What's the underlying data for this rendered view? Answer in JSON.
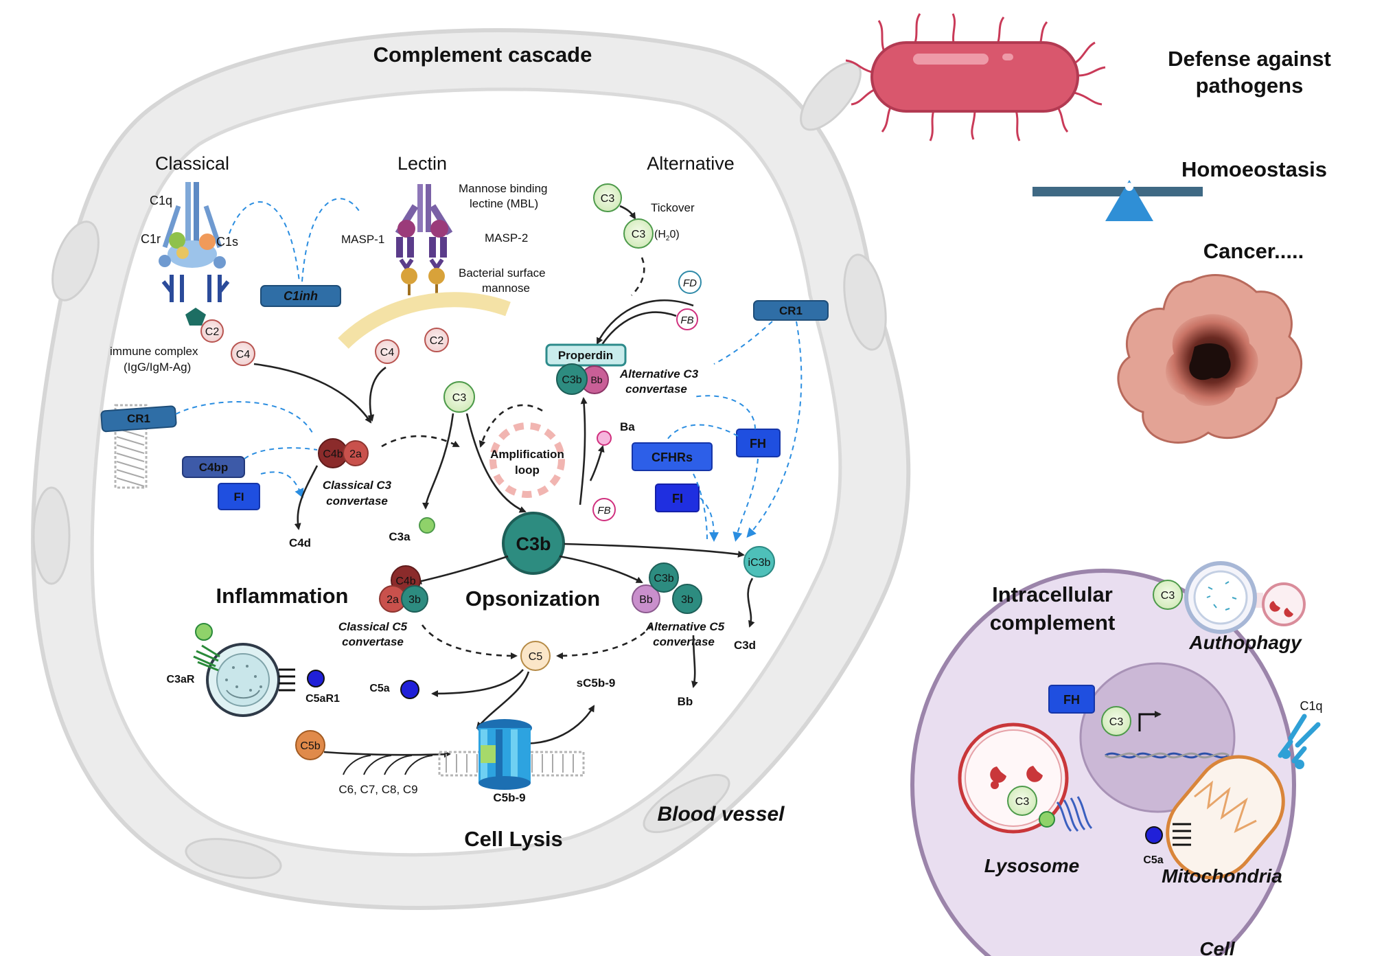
{
  "titles": {
    "complement_cascade": "Complement cascade",
    "classical": "Classical",
    "lectin": "Lectin",
    "alternative": "Alternative",
    "blood_vessel": "Blood vessel",
    "cell": "Cell"
  },
  "right_panel": {
    "defense": "Defense against",
    "pathogens": "pathogens",
    "homoeostasis": "Homoeostasis",
    "cancer": "Cancer.....",
    "intracellular_1": "Intracellular",
    "intracellular_2": "complement",
    "authophagy": "Authophagy",
    "lysosome": "Lysosome",
    "mitochondria": "Mitochondria",
    "fh": "FH",
    "c3": "C3",
    "c5a": "C5a",
    "c1q": "C1q"
  },
  "classical": {
    "c1q": "C1q",
    "c1r": "C1r",
    "c1s": "C1s",
    "c1inh": "C1inh",
    "c2": "C2",
    "c4": "C4",
    "immune_complex_1": "immune complex",
    "immune_complex_2": "(IgG/IgM-Ag)",
    "cr1": "CR1",
    "c4bp": "C4bp",
    "fi": "FI",
    "c4b": "C4b",
    "a2": "2a",
    "conv_1": "Classical C3",
    "conv_2": "convertase",
    "c4d": "C4d"
  },
  "lectin": {
    "mbl_1": "Mannose binding",
    "mbl_2": "lectine (MBL)",
    "masp1": "MASP-1",
    "masp2": "MASP-2",
    "surface_1": "Bacterial surface",
    "surface_2": "mannose",
    "c4": "C4",
    "c2": "C2"
  },
  "alternative": {
    "c3": "C3",
    "tickover": "Tickover",
    "c3h2o": "C3",
    "h2o": "(H",
    "h2o_sub": "2",
    "h2o_end": "0)",
    "fd": "FD",
    "fb": "FB",
    "properdin": "Properdin",
    "c3b": "C3b",
    "bb": "Bb",
    "conv_1": "Alternative C3",
    "conv_2": "convertase",
    "cr1": "CR1",
    "fh": "FH",
    "cfhrs": "CFHRs",
    "fi": "FI",
    "ba": "Ba",
    "fb2": "FB"
  },
  "center": {
    "c3": "C3",
    "amplification_1": "Amplification",
    "amplification_2": "loop",
    "c3a": "C3a",
    "c3b": "C3b",
    "ic3b": "iC3b",
    "c3d": "C3d",
    "inflammation": "Inflammation",
    "opsonization": "Opsonization",
    "cl_c4b": "C4b",
    "cl_2a": "2a",
    "cl_3b": "3b",
    "cl_conv_1": "Classical C5",
    "cl_conv_2": "convertase",
    "alt_c3b": "C3b",
    "alt_bb": "Bb",
    "alt_3b": "3b",
    "alt_conv_1": "Alternative C5",
    "alt_conv_2": "convertase",
    "c5": "C5",
    "c5a": "C5a",
    "c3ar": "C3aR",
    "c5ar1": "C5aR1",
    "sc5b9": "sC5b-9",
    "bb": "Bb",
    "c5b": "C5b",
    "c6c9": "C6, C7, C8, C9",
    "c5b9": "C5b-9",
    "cell_lysis": "Cell Lysis"
  }
}
